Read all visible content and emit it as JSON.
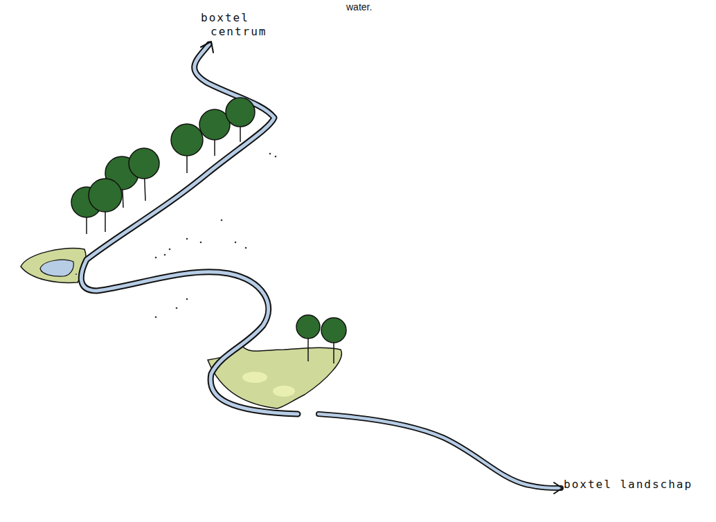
{
  "diagram": {
    "labels": [
      "water.",
      "boxtel centrum",
      "boxtel landschap"
    ]
  }
}
